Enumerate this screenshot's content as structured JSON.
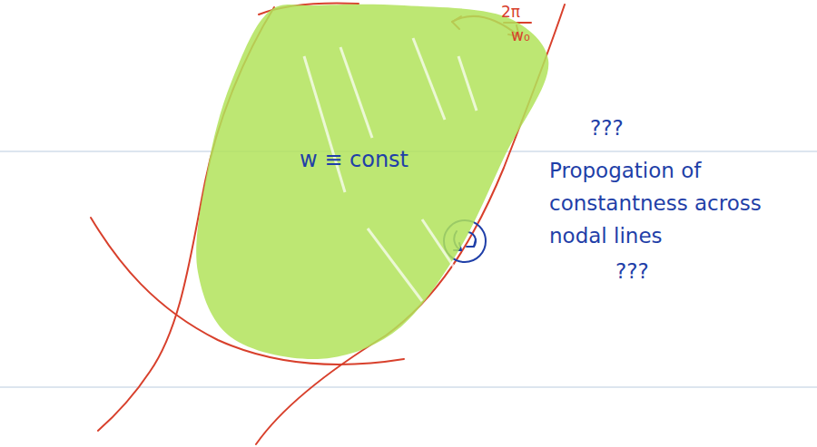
{
  "diagram": {
    "nodes": [
      {
        "text": [
          "w ≡ const"
        ]
      }
    ],
    "labels": [
      "2π",
      "w₀",
      "???",
      "Propogation of constantness across nodal lines",
      "???"
    ]
  }
}
